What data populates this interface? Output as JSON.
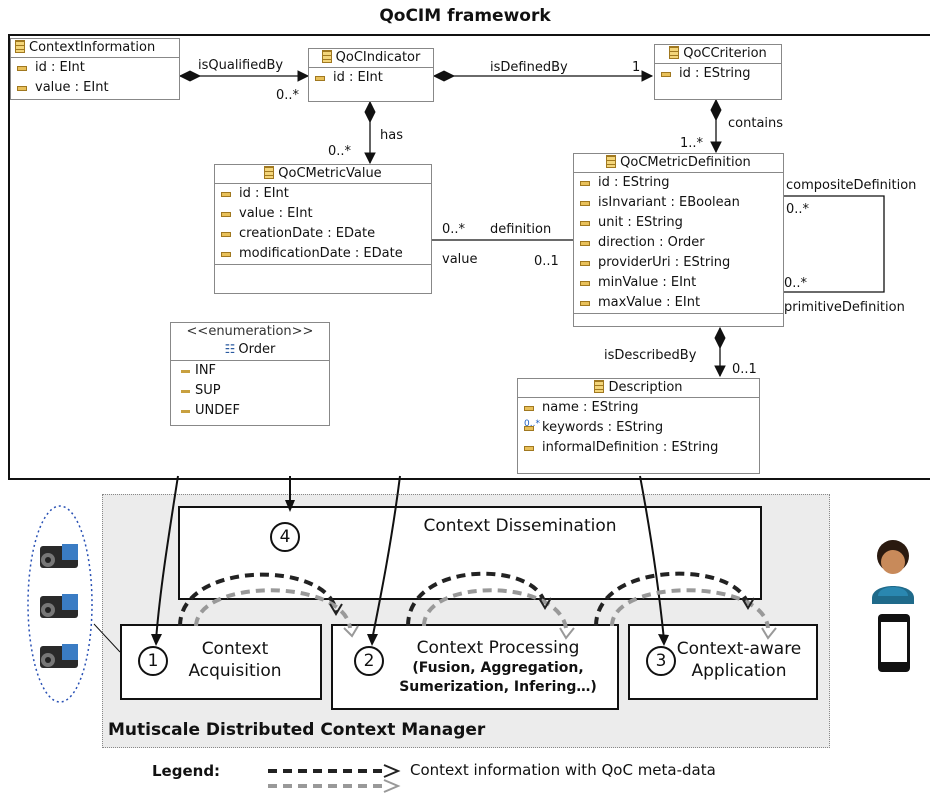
{
  "title": "QoCIM framework",
  "classes": {
    "contextInformation": {
      "name": "ContextInformation",
      "attrs": [
        "id : EInt",
        "value : EInt"
      ]
    },
    "qocIndicator": {
      "name": "QoCIndicator",
      "attrs": [
        "id : EInt"
      ]
    },
    "qocCriterion": {
      "name": "QoCCriterion",
      "attrs": [
        "id : EString"
      ]
    },
    "qocMetricValue": {
      "name": "QoCMetricValue",
      "attrs": [
        "id : EInt",
        "value : EInt",
        "creationDate : EDate",
        "modificationDate : EDate"
      ]
    },
    "qocMetricDefinition": {
      "name": "QoCMetricDefinition",
      "attrs": [
        "id : EString",
        "isInvariant : EBoolean",
        "unit : EString",
        "direction : Order",
        "providerUri : EString",
        "minValue : EInt",
        "maxValue : EInt"
      ]
    },
    "order": {
      "stereotype": "<<enumeration>>",
      "name": "Order",
      "literals": [
        "INF",
        "SUP",
        "UNDEF"
      ]
    },
    "description": {
      "name": "Description",
      "attrs": [
        "name : EString",
        "keywords : EString",
        "informalDefinition : EString"
      ],
      "multi_badge": "0..*"
    }
  },
  "associations": {
    "isQualifiedBy": "isQualifiedBy",
    "isQualifiedBy_mult": "0..*",
    "isDefinedBy": "isDefinedBy",
    "isDefinedBy_mult": "1",
    "has": "has",
    "has_mult": "0..*",
    "contains": "contains",
    "contains_mult": "1..*",
    "definition": "definition",
    "definition_mult": "0..*",
    "value": "value",
    "value_mult": "0..1",
    "compositeDefinition": "compositeDefinition",
    "composite_mult": "0..*",
    "primitiveDefinition": "primitiveDefinition",
    "primitive_mult": "0..*",
    "isDescribedBy": "isDescribedBy",
    "isDescribedBy_mult": "0..1"
  },
  "process": {
    "dissemination": "Context Dissemination",
    "acquisition": "Context\nAcquisition",
    "processing_title": "Context Processing",
    "processing_sub": "(Fusion, Aggregation,\nSumerization, Infering…)",
    "application": "Context-aware\nApplication",
    "n1": "1",
    "n2": "2",
    "n3": "3",
    "n4": "4",
    "manager": "Mutiscale Distributed Context Manager"
  },
  "legend": {
    "label": "Legend:",
    "text": "Context information with QoC meta-data"
  },
  "icons": [
    "class-icon",
    "attribute-icon",
    "enumeration-icon",
    "enum-literal-icon",
    "sensor-icon",
    "user-icon",
    "smartphone-icon"
  ]
}
